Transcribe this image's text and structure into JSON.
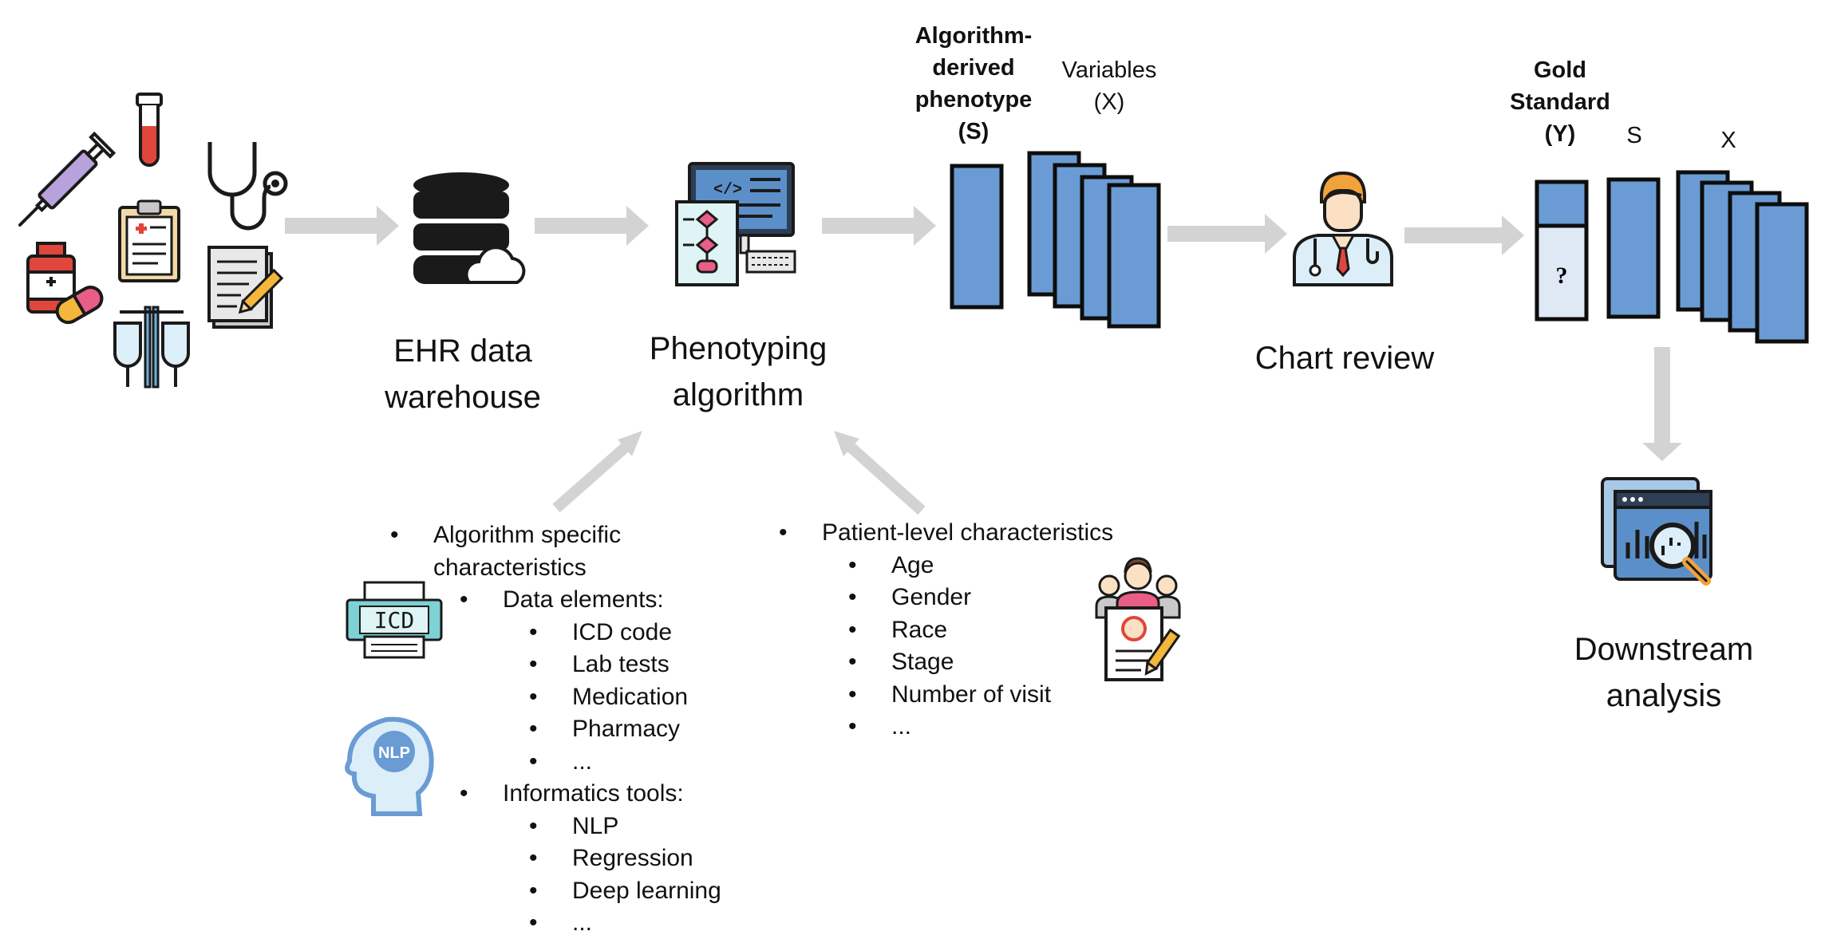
{
  "labels": {
    "ehr_line1": "EHR data",
    "ehr_line2": "warehouse",
    "pheno_line1": "Phenotyping",
    "pheno_line2": "algorithm",
    "chart_review": "Chart review",
    "downstream_line1": "Downstream",
    "downstream_line2": "analysis",
    "algo_line1": "Algorithm-",
    "algo_line2": "derived",
    "algo_line3": "phenotype",
    "algo_line4": "(S)",
    "variables_line1": "Variables",
    "variables_line2": "(X)",
    "gold_line1": "Gold",
    "gold_line2": "Standard",
    "gold_line3": "(Y)",
    "s_label": "S",
    "x_label": "X",
    "question_mark": "?",
    "icd_text": "ICD",
    "nlp_text": "NLP"
  },
  "algorithm_list": {
    "title_line1": "Algorithm specific",
    "title_line2": "characteristics",
    "data_elements": "Data elements:",
    "data_items": [
      "ICD code",
      "Lab tests",
      "Medication",
      "Pharmacy",
      "..."
    ],
    "informatics_tools": "Informatics tools:",
    "tool_items": [
      "NLP",
      "Regression",
      "Deep learning",
      "..."
    ]
  },
  "patient_list": {
    "title": "Patient-level characteristics",
    "items": [
      "Age",
      "Gender",
      "Race",
      "Stage",
      "Number of visit",
      "..."
    ]
  },
  "colors": {
    "bar_fill": "#6a9bd4",
    "bar_stroke": "#0d0d0d",
    "arrow": "#d3d3d3",
    "gold_top": "#6a9bd4",
    "gold_bottom": "#dfe8f5"
  }
}
